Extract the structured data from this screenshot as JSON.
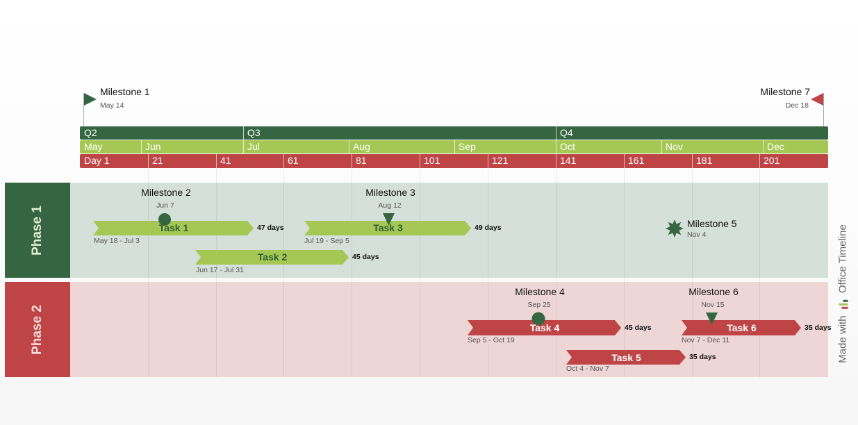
{
  "colors": {
    "dark_green": "#356641",
    "light_green": "#a5c854",
    "red": "#be4446",
    "phase1_bg": "#d4e0d9",
    "phase2_bg": "#eed5d6"
  },
  "top_milestones": [
    {
      "title": "Milestone 1",
      "date": "May 14"
    },
    {
      "title": "Milestone 7",
      "date": "Dec 18"
    }
  ],
  "scale": {
    "quarters": [
      "Q2",
      "Q3",
      "Q4"
    ],
    "months": [
      "May",
      "Jun",
      "Jul",
      "Aug",
      "Sep",
      "Oct",
      "Nov",
      "Dec"
    ],
    "days": [
      "Day 1",
      "21",
      "41",
      "61",
      "81",
      "101",
      "121",
      "141",
      "161",
      "181",
      "201"
    ]
  },
  "phases": [
    {
      "label": "Phase 1"
    },
    {
      "label": "Phase 2"
    }
  ],
  "tasks": [
    {
      "label": "Task 1",
      "duration": "47 days",
      "range": "May 18 - Jul 3"
    },
    {
      "label": "Task 2",
      "duration": "45 days",
      "range": "Jun 17 - Jul 31"
    },
    {
      "label": "Task 3",
      "duration": "49 days",
      "range": "Jul 19 - Sep 5"
    },
    {
      "label": "Task 4",
      "duration": "45 days",
      "range": "Sep 5 - Oct 19"
    },
    {
      "label": "Task 5",
      "duration": "35 days",
      "range": "Oct 4 - Nov 7"
    },
    {
      "label": "Task 6",
      "duration": "35 days",
      "range": "Nov 7 - Dec 11"
    }
  ],
  "milestones": [
    {
      "title": "Milestone 2",
      "date": "Jun 7",
      "shape": "circle"
    },
    {
      "title": "Milestone 3",
      "date": "Aug 12",
      "shape": "triangle-down"
    },
    {
      "title": "Milestone 5",
      "date": "Nov 4",
      "shape": "star"
    },
    {
      "title": "Milestone 4",
      "date": "Sep 25",
      "shape": "circle"
    },
    {
      "title": "Milestone 6",
      "date": "Nov 15",
      "shape": "triangle-down"
    }
  ],
  "branding": {
    "made_with": "Made with",
    "product": "Office Timeline",
    "icon": "office-timeline-logo-icon"
  }
}
